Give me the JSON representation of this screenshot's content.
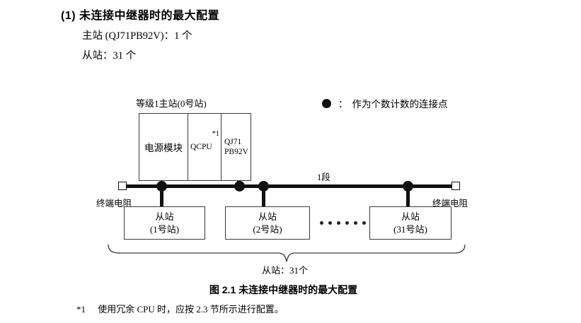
{
  "heading": {
    "section_title": "(1) 未连接中继器时的最大配置",
    "specs": [
      "主站 (QJ71PB92V)：1 个",
      "从站：31 个"
    ]
  },
  "legend": {
    "symbol": "filled-circle",
    "colon": "：",
    "text": "作为个数计数的连接点"
  },
  "diagram": {
    "master": {
      "label": "等级1主站(0号站)",
      "cells": [
        {
          "name": "power-module",
          "text": "电源模块"
        },
        {
          "name": "qcpu",
          "text": "QCPU",
          "note": "*1"
        },
        {
          "name": "network-module",
          "line1": "QJ71",
          "line2": "PB92V"
        }
      ]
    },
    "bus": {
      "segment_label": "1段",
      "terminal_left_label": "终端电阻",
      "terminal_right_label": "终端电阻",
      "connection_dot_count": 4
    },
    "slaves": [
      {
        "title": "从站",
        "station": "(1号站)"
      },
      {
        "title": "从站",
        "station": "(2号站)"
      },
      {
        "title": "从站",
        "station": "(31号站)"
      }
    ],
    "ellipsis_dot_count": 6,
    "brace_caption": "从站：31个"
  },
  "figure_caption": "图 2.1  未连接中继器时的最大配置",
  "footnote": {
    "mark": "*1",
    "text": "使用冗余 CPU 时，应按 2.3 节所示进行配置。"
  },
  "colors": {
    "ink": "#000000",
    "line": "#111111",
    "box_border": "#3a3a3a",
    "background": "#ffffff"
  }
}
